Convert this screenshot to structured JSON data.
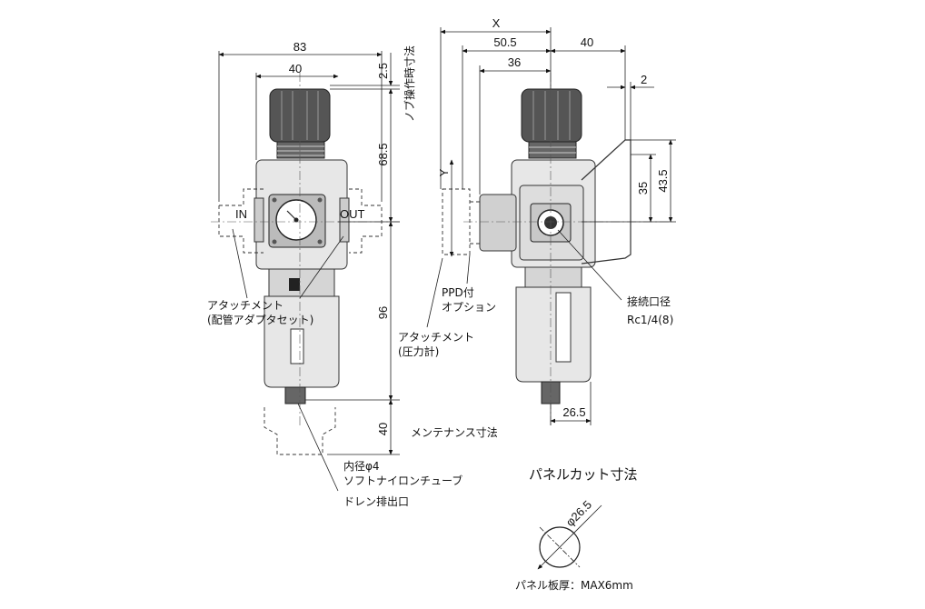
{
  "dimensions": {
    "front_width": "83",
    "front_center": "40",
    "top_offset": "2.5",
    "upper_height": "68.5",
    "lower_height": "96",
    "maintenance": "40",
    "side_x": "X",
    "side_50_5": "50.5",
    "side_36": "36",
    "side_40": "40",
    "bracket_2": "2",
    "bracket_35": "35",
    "bracket_43_5": "43.5",
    "side_y": "Y",
    "bottom_26_5": "26.5",
    "panel_dia": "φ26.5"
  },
  "labels": {
    "knob_op": "ノブ操作時寸法",
    "port_in": "IN",
    "port_out": "OUT",
    "attachment1_line1": "アタッチメント",
    "attachment1_line2": "(配管アダプタセット)",
    "ppd_line1": "PPD付",
    "ppd_line2": "オプション",
    "attachment2_line1": "アタッチメント",
    "attachment2_line2": "(圧力計)",
    "conn_line1": "接続口径",
    "conn_line2": "Rc1/4(8)",
    "maintenance_label": "メンテナンス寸法",
    "drain_line1": "内径φ4",
    "drain_line2": "ソフトナイロンチューブ",
    "drain_line3": "ドレン排出口",
    "panel_title": "パネルカット寸法",
    "panel_thickness": "パネル板厚：MAX6mm"
  }
}
